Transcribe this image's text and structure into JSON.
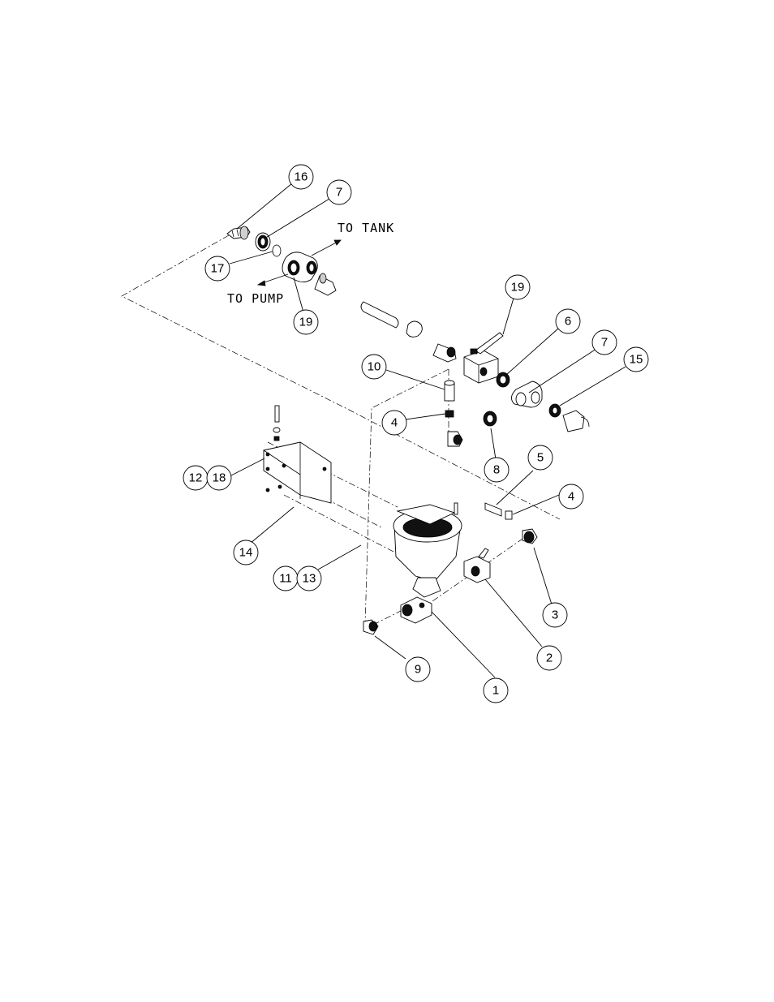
{
  "callouts": [
    {
      "id": "16",
      "label": "16"
    },
    {
      "id": "7a",
      "label": "7"
    },
    {
      "id": "17",
      "label": "17"
    },
    {
      "id": "19a",
      "label": "19"
    },
    {
      "id": "19b",
      "label": "19"
    },
    {
      "id": "6",
      "label": "6"
    },
    {
      "id": "7b",
      "label": "7"
    },
    {
      "id": "15",
      "label": "15"
    },
    {
      "id": "10",
      "label": "10"
    },
    {
      "id": "4a",
      "label": "4"
    },
    {
      "id": "8",
      "label": "8"
    },
    {
      "id": "5",
      "label": "5"
    },
    {
      "id": "4b",
      "label": "4"
    },
    {
      "id": "12",
      "label": "12"
    },
    {
      "id": "18",
      "label": "18"
    },
    {
      "id": "14",
      "label": "14"
    },
    {
      "id": "11",
      "label": "11"
    },
    {
      "id": "13",
      "label": "13"
    },
    {
      "id": "3",
      "label": "3"
    },
    {
      "id": "2",
      "label": "2"
    },
    {
      "id": "9",
      "label": "9"
    },
    {
      "id": "1",
      "label": "1"
    }
  ],
  "flow_labels": {
    "to_tank": "TO TANK",
    "to_pump": "TO PUMP"
  }
}
